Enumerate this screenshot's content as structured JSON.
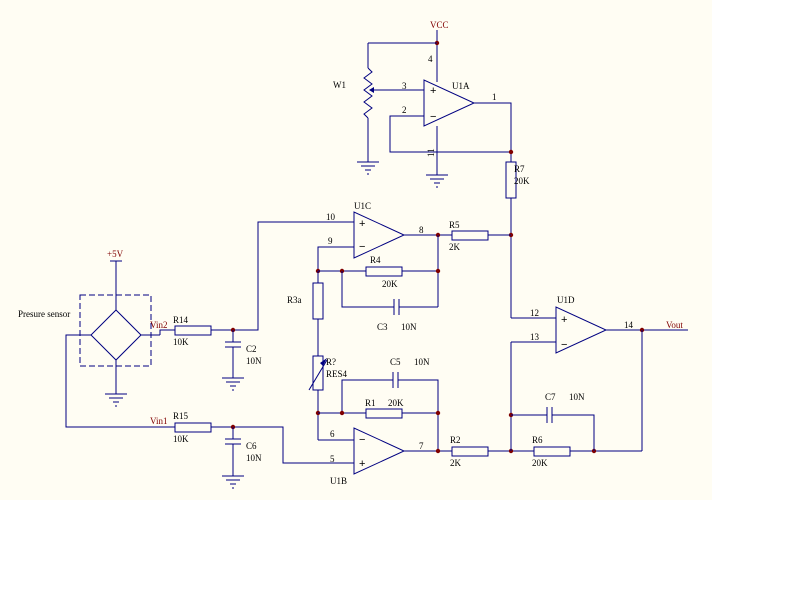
{
  "labels": {
    "vcc": "VCC",
    "p5v": "+5V",
    "sensor": "Presure sensor",
    "vin2": "Vin2",
    "vin1": "Vin1",
    "vout": "Vout"
  },
  "components": {
    "w1": "W1",
    "u1a": "U1A",
    "u1b": "U1B",
    "u1c": "U1C",
    "u1d": "U1D",
    "r1": {
      "ref": "R1",
      "val": "20K"
    },
    "r2": {
      "ref": "R2",
      "val": "2K"
    },
    "r3a": {
      "ref": "R3a"
    },
    "r4": {
      "ref": "R4",
      "val": "20K"
    },
    "r5": {
      "ref": "R5",
      "val": "2K"
    },
    "r6": {
      "ref": "R6",
      "val": "20K"
    },
    "r7": {
      "ref": "R7",
      "val": "20K"
    },
    "r14": {
      "ref": "R14",
      "val": "10K"
    },
    "r15": {
      "ref": "R15",
      "val": "10K"
    },
    "rq": {
      "ref": "R?",
      "val": "RES4"
    },
    "c2": {
      "ref": "C2",
      "val": "10N"
    },
    "c3": {
      "ref": "C3",
      "val": "10N"
    },
    "c5": {
      "ref": "C5",
      "val": "10N"
    },
    "c6": {
      "ref": "C6",
      "val": "10N"
    },
    "c7": {
      "ref": "C7",
      "val": "10N"
    }
  },
  "pins": {
    "u1a_4": "4",
    "u1a_3": "3",
    "u1a_2": "2",
    "u1a_1": "1",
    "u1a_11": "11",
    "u1c_10": "10",
    "u1c_9": "9",
    "u1c_8": "8",
    "u1b_6": "6",
    "u1b_5": "5",
    "u1b_7": "7",
    "u1d_12": "12",
    "u1d_13": "13",
    "u1d_14": "14"
  },
  "signs": {
    "plus": "+",
    "minus": "−"
  }
}
